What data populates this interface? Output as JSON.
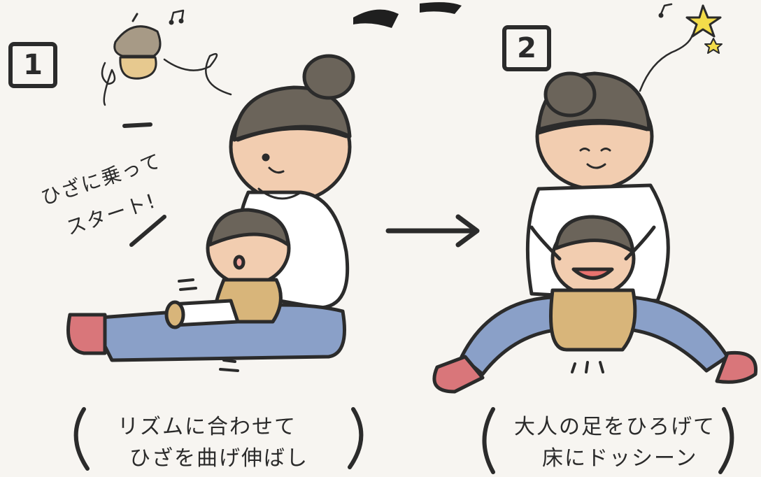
{
  "steps": [
    {
      "number": "1",
      "bubble_line1": "ひざに乗って",
      "bubble_line2": "スタート!",
      "caption_line1": "リズムに合わせて",
      "caption_line2": "ひざを曲げ伸ばし"
    },
    {
      "number": "2",
      "caption_line1": "大人の足をひろげて",
      "caption_line2": "床にドッシーン"
    }
  ],
  "colors": {
    "ink": "#2b2b2b",
    "hair": "#6b645a",
    "skin": "#f2cdb0",
    "jeans": "#8aa0c8",
    "shoe": "#d9767a",
    "baby_shirt": "#d8b57a",
    "star": "#f3dc4a"
  }
}
